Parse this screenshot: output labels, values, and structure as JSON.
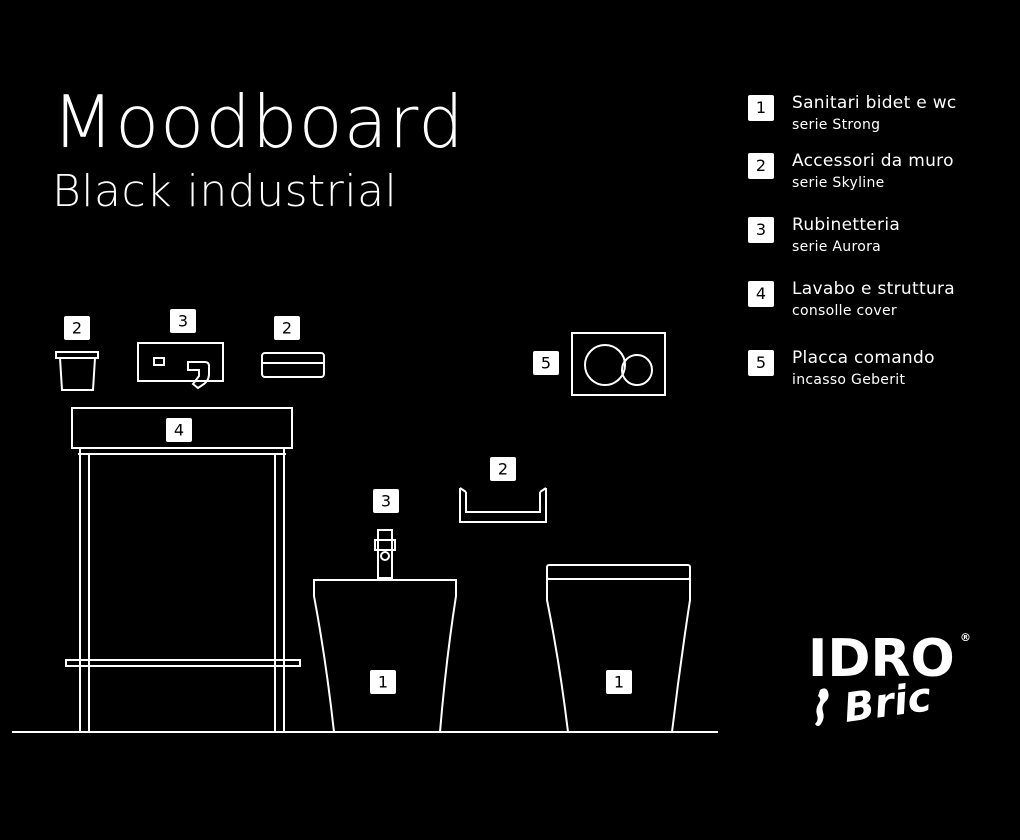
{
  "header": {
    "title": "Moodboard",
    "subtitle": "Black industrial"
  },
  "legend": [
    {
      "num": "1",
      "name": "Sanitari bidet e wc",
      "series": "serie Strong"
    },
    {
      "num": "2",
      "name": "Accessori da muro",
      "series": "serie Skyline"
    },
    {
      "num": "3",
      "name": "Rubinetteria",
      "series": "serie Aurora"
    },
    {
      "num": "4",
      "name": "Lavabo e struttura",
      "series": "consolle cover"
    },
    {
      "num": "5",
      "name": "Placca comando",
      "series": "incasso Geberit"
    }
  ],
  "badges": {
    "cup_holder": "2",
    "basin_mixer": "3",
    "soap_dish": "2",
    "washbasin": "4",
    "flush_plate": "5",
    "shelf": "2",
    "bidet_mixer": "3",
    "bidet": "1",
    "wc": "1"
  },
  "logo": {
    "line1": "IDRO",
    "line2": "Bric",
    "mark": "®"
  }
}
